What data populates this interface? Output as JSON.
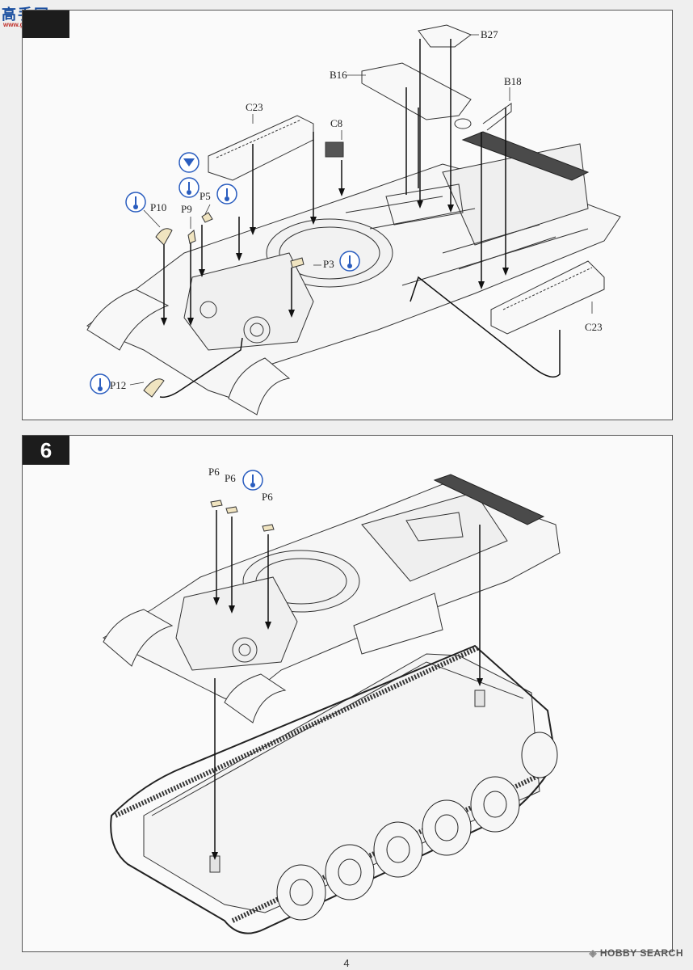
{
  "site_logo": {
    "text": "高手网",
    "subtitle": "www.gaoshou.com"
  },
  "step6": {
    "number": "6"
  },
  "step5_labels": {
    "b27": "B27",
    "b16": "B16",
    "b18": "B18",
    "c23_top": "C23",
    "c8": "C8",
    "p10": "P10",
    "p9": "P9",
    "p5": "P5",
    "p3": "P3",
    "p12": "P12",
    "c23_right": "C23"
  },
  "step6_labels": {
    "p6_a": "P6",
    "p6_b": "P6",
    "p6_c": "P6"
  },
  "footer": {
    "page_number": "4",
    "watermark": "HOBBY SEARCH"
  }
}
